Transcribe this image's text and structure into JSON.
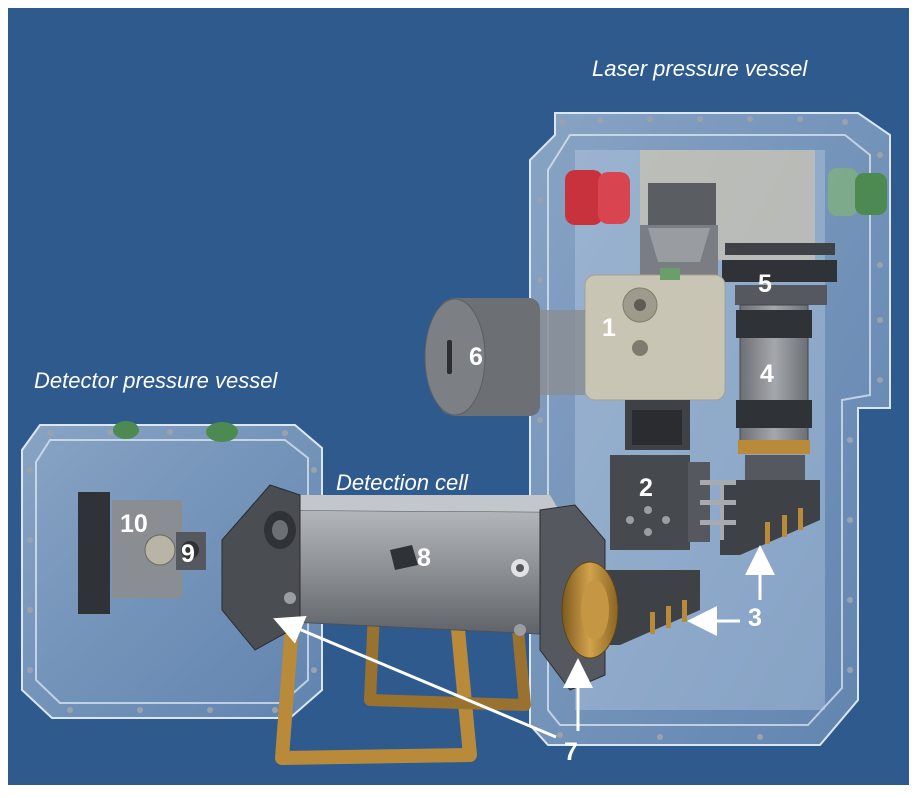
{
  "titles": {
    "laser_vessel": "Laser pressure vessel",
    "detector_vessel": "Detector pressure vessel",
    "detection_cell": "Detection cell"
  },
  "callouts": {
    "c1": "1",
    "c2": "2",
    "c3": "3",
    "c4": "4",
    "c5": "5",
    "c6": "6",
    "c7": "7",
    "c8": "8",
    "c9": "9",
    "c10": "10"
  },
  "colors": {
    "background": "#2e5a8e",
    "vessel_glass": "#b9cde6",
    "metal": "#8c8f94",
    "dark_metal": "#3e4146",
    "brass": "#b88a3a",
    "red_valve": "#c8323c",
    "green_valve": "#4d8a52"
  }
}
